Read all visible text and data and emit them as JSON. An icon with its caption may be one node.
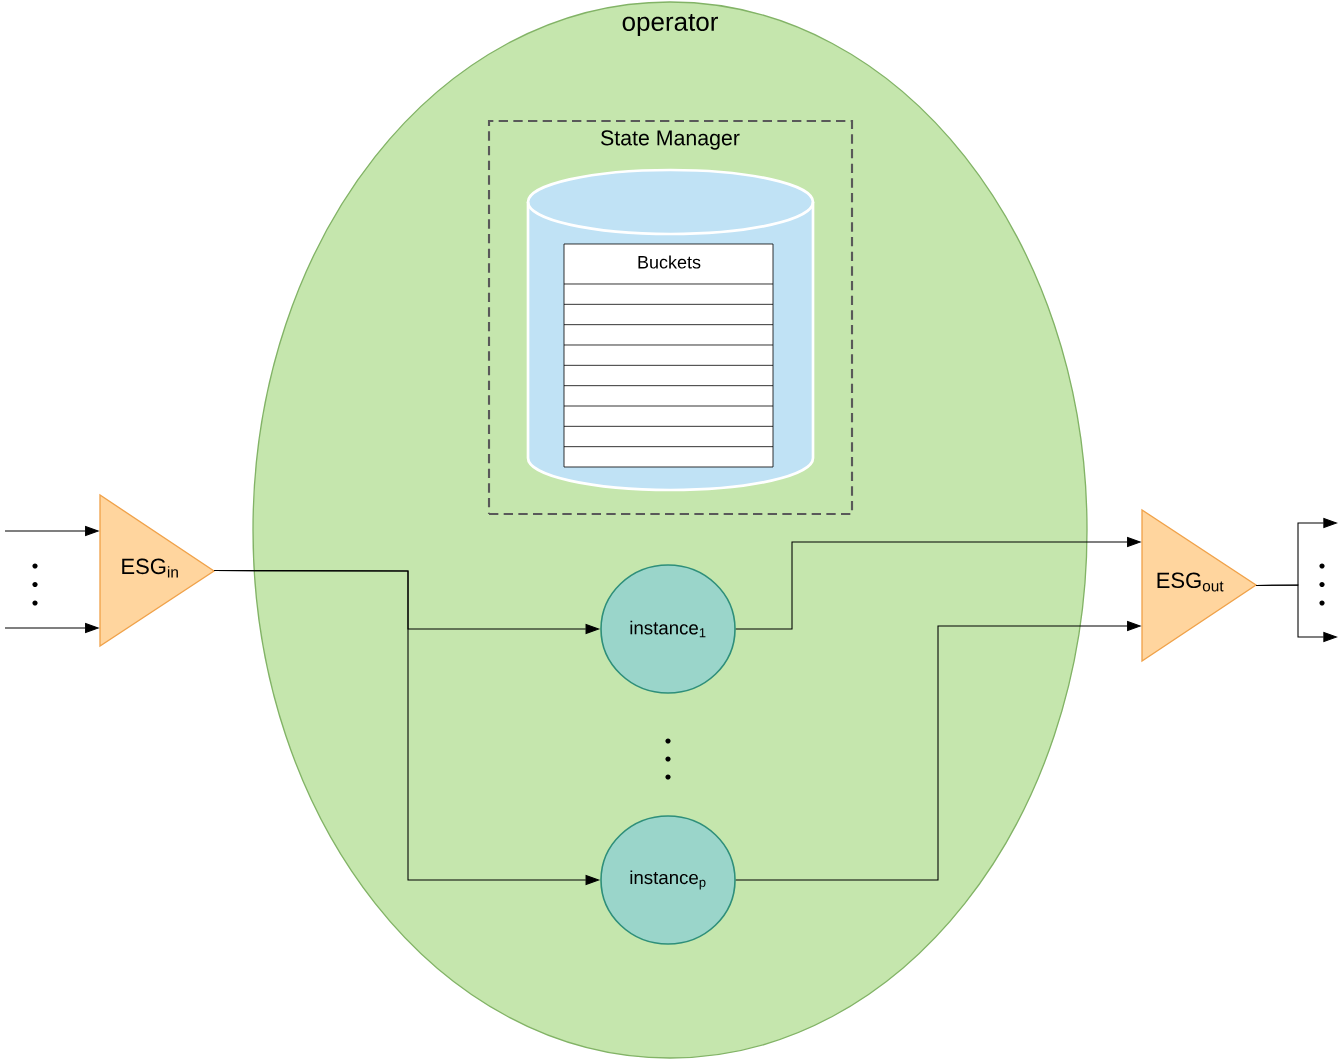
{
  "diagram": {
    "nodes": [
      {
        "text": [
          "operator"
        ]
      },
      {
        "text": [
          "State Manager"
        ],
        "in": 0
      },
      {
        "text": [],
        "shape": "cylinder",
        "in": 1
      },
      {
        "text": [
          "Buckets"
        ],
        "in": 2
      },
      {
        "text": [
          "ESG$_{in}$"
        ]
      },
      {
        "text": [
          "instance$_{1}$"
        ],
        "in": 0
      },
      {
        "text": [
          "instance$_{p}$"
        ],
        "in": 0
      },
      {
        "text": [
          "ESG$_{out}$"
        ]
      }
    ],
    "edges": [
      {
        "from": null,
        "to": 4,
        "arrow": "to"
      },
      {
        "from": null,
        "to": 4,
        "arrow": "to"
      },
      {
        "from": 4,
        "to": 5,
        "arrow": "to"
      },
      {
        "from": 4,
        "to": 6,
        "arrow": "to"
      },
      {
        "from": 5,
        "to": 7,
        "arrow": "to"
      },
      {
        "from": 6,
        "to": 7,
        "arrow": "to"
      },
      {
        "from": 7,
        "to": null,
        "arrow": "to"
      },
      {
        "from": 7,
        "to": null,
        "arrow": "to"
      }
    ]
  }
}
